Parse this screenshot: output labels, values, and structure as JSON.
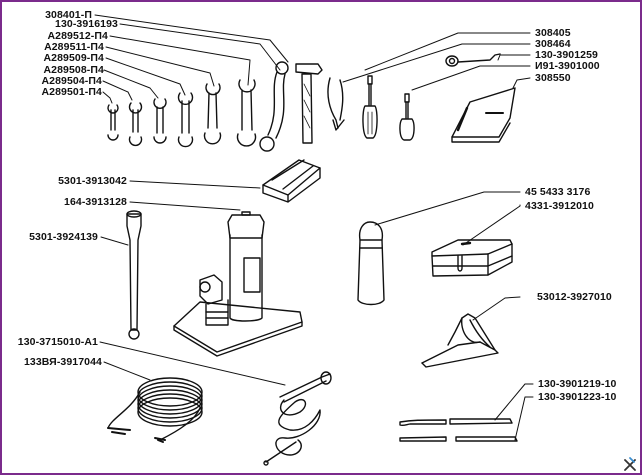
{
  "title": "Tool kit parts diagram",
  "border_color": "#7b2b8c",
  "labels_left": [
    {
      "id": "hammer",
      "text": "308401-П"
    },
    {
      "id": "box-wrench",
      "text": "130-3916193"
    },
    {
      "id": "wrench-6",
      "text": "А289512-П4"
    },
    {
      "id": "wrench-5",
      "text": "А289511-П4"
    },
    {
      "id": "wrench-4",
      "text": "А289509-П4"
    },
    {
      "id": "wrench-3",
      "text": "А289508-П4"
    },
    {
      "id": "wrench-2",
      "text": "А289504-П4"
    },
    {
      "id": "wrench-1",
      "text": "А289501-П4"
    },
    {
      "id": "jack-support",
      "text": "5301-3913042"
    },
    {
      "id": "jack",
      "text": "164-3913128"
    },
    {
      "id": "wheel-wrench",
      "text": "5301-3924139"
    },
    {
      "id": "tire-pump-hose",
      "text": "130-3715010-А1"
    },
    {
      "id": "tow-cable",
      "text": "133ВЯ-3917044"
    }
  ],
  "labels_right": [
    {
      "id": "pliers",
      "text": "308405"
    },
    {
      "id": "screwdriver-large",
      "text": "308464"
    },
    {
      "id": "spark-plug-wrench",
      "text": "130-3901259"
    },
    {
      "id": "screwdriver-small",
      "text": "И91-3901000"
    },
    {
      "id": "tool-bag",
      "text": "308550"
    },
    {
      "id": "oil-can",
      "text": "45 5433 3176"
    },
    {
      "id": "repair-kit-box",
      "text": "4331-3912010"
    },
    {
      "id": "wheel-chock",
      "text": "53012-3927010"
    },
    {
      "id": "mount-bar-1",
      "text": "130-3901219-10"
    },
    {
      "id": "mount-bar-2",
      "text": "130-3901223-10"
    }
  ],
  "watermark_icon": "tools-icon"
}
